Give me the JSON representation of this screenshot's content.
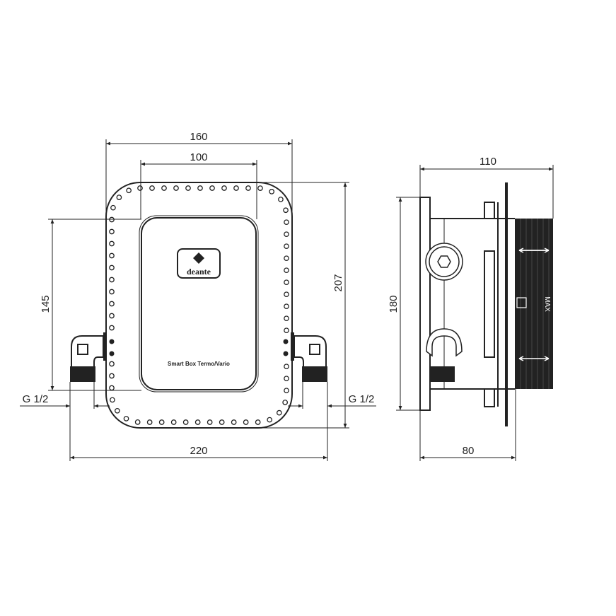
{
  "front_view": {
    "brand_logo": "deante",
    "product_label": "Smart Box Termo/Vario",
    "dimensions": {
      "overall_width": "160",
      "cover_width": "100",
      "overall_height": "207",
      "cover_height": "145",
      "connection_left": "G 1/2",
      "connection_right": "G 1/2",
      "fitting_span": "220"
    }
  },
  "side_view": {
    "marker_text": "MAX",
    "dimensions": {
      "total_depth": "110",
      "height": "180",
      "body_depth": "80"
    }
  },
  "colors": {
    "line": "#222222",
    "background": "#ffffff"
  }
}
